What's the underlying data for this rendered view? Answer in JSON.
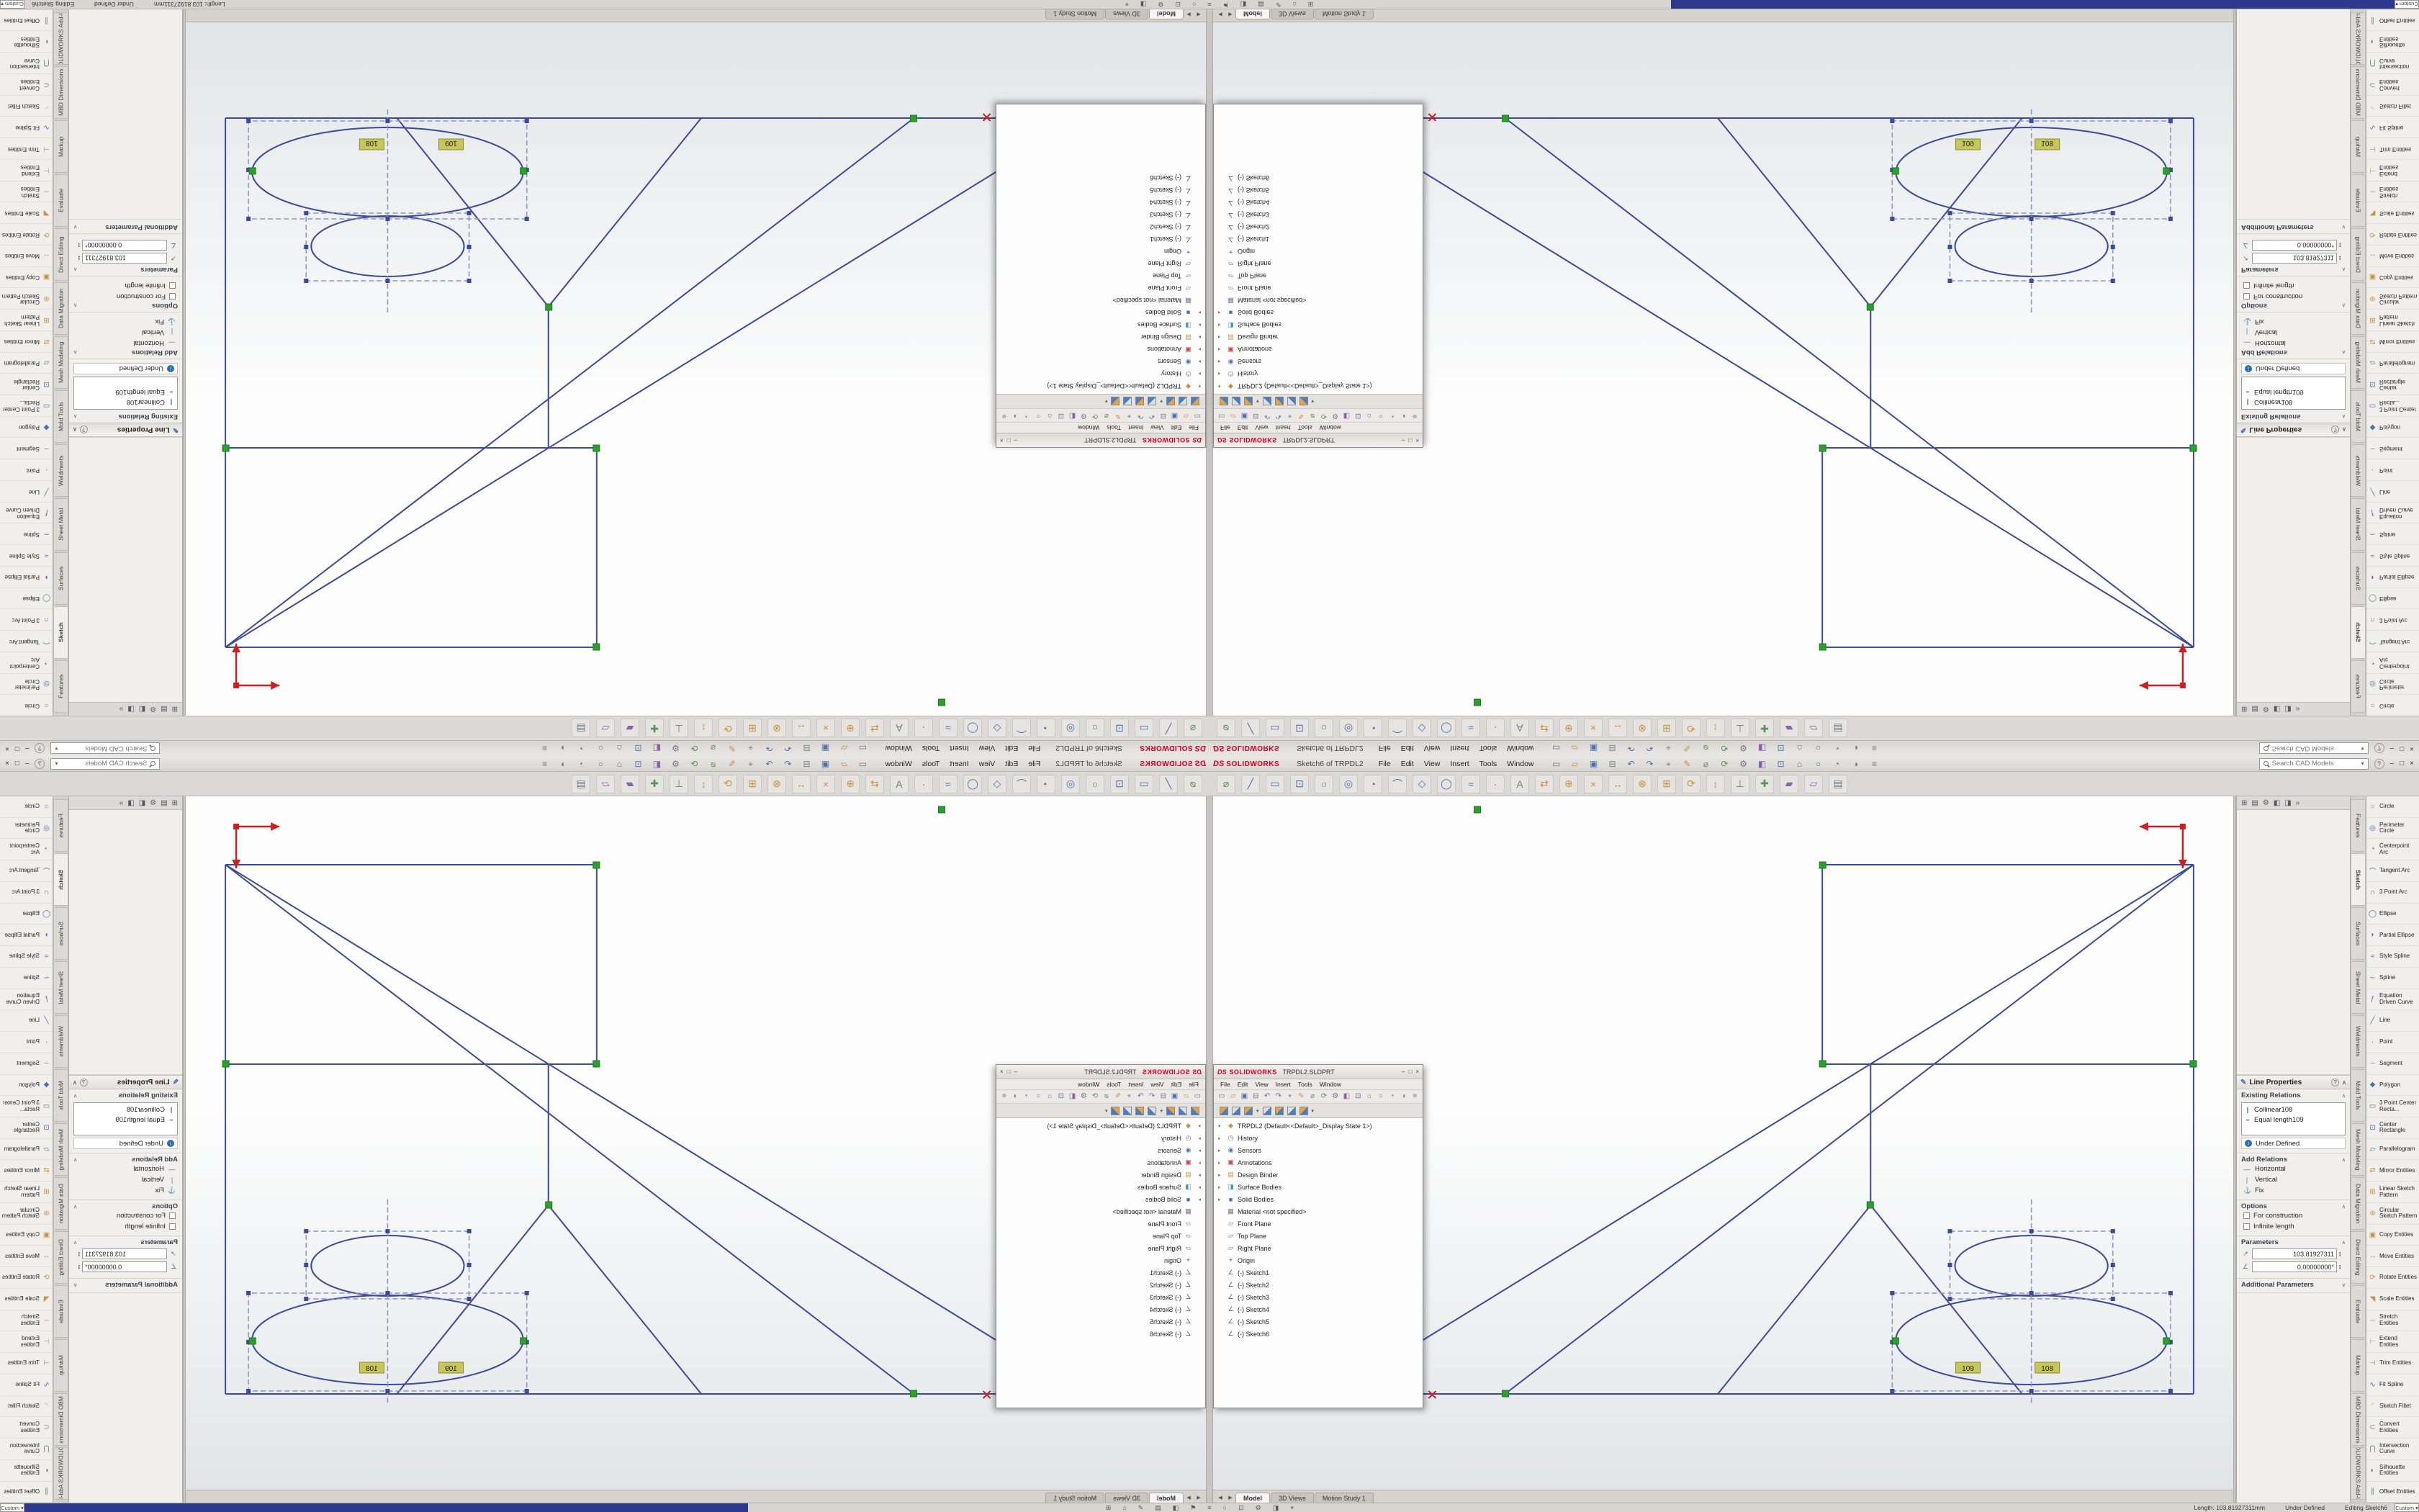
{
  "app": {
    "brand_ds": "DS",
    "brand_word": "SOLIDWORKS",
    "title": "Sketch6 of TRPDL2",
    "menus": [
      "File",
      "Edit",
      "View",
      "Insert",
      "Tools",
      "Window"
    ],
    "search_placeholder": "Search CAD Models",
    "help_label": "?",
    "win": {
      "min": "–",
      "max": "□",
      "close": "×"
    }
  },
  "toolbar_icons": [
    {
      "n": "new-icon",
      "g": "▭",
      "c": "#6b7b8d"
    },
    {
      "n": "open-icon",
      "g": "▱",
      "c": "#c9913d"
    },
    {
      "n": "save-icon",
      "g": "▣",
      "c": "#4a72b0"
    },
    {
      "n": "print-icon",
      "g": "⊟",
      "c": "#6b7b8d"
    },
    {
      "n": "undo-icon",
      "g": "↶",
      "c": "#4a72b0"
    },
    {
      "n": "redo-icon",
      "g": "↷",
      "c": "#4a72b0"
    },
    {
      "n": "select-icon",
      "g": "⌖",
      "c": "#6b7b8d"
    },
    {
      "n": "sketch-icon",
      "g": "✎",
      "c": "#c9913d"
    },
    {
      "n": "smart-dimension-icon",
      "g": "⌀",
      "c": "#57954f"
    },
    {
      "n": "rebuild-icon",
      "g": "⟳",
      "c": "#57954f"
    },
    {
      "n": "options-icon",
      "g": "⚙",
      "c": "#6b7b8d"
    },
    {
      "n": "appearance-icon",
      "g": "◧",
      "c": "#8a64a8"
    },
    {
      "n": "section-view-icon",
      "g": "⊡",
      "c": "#4a72b0"
    },
    {
      "n": "view-orientation-icon",
      "g": "⌂",
      "c": "#6b7b8d"
    },
    {
      "n": "zoom-icon",
      "g": "○",
      "c": "#4a72b0"
    },
    {
      "n": "display-style-icon",
      "g": "◔",
      "c": "#6b7b8d"
    },
    {
      "n": "hide-show-icon",
      "g": "◑",
      "c": "#6b7b8d"
    },
    {
      "n": "filter-icon",
      "g": "≡",
      "c": "#6b7b8d"
    }
  ],
  "ribbon_icons": [
    {
      "n": "smart-dimension-icon",
      "g": "⌀",
      "c": "#57954f"
    },
    {
      "n": "line-icon",
      "g": "╱",
      "c": "#4a72b0"
    },
    {
      "n": "corner-rectangle-icon",
      "g": "▭",
      "c": "#4a72b0"
    },
    {
      "n": "center-rectangle-icon",
      "g": "⊡",
      "c": "#4a72b0"
    },
    {
      "n": "circle-icon",
      "g": "○",
      "c": "#4a72b0"
    },
    {
      "n": "perimeter-circle-icon",
      "g": "◎",
      "c": "#4a72b0"
    },
    {
      "n": "centerpoint-arc-icon",
      "g": "◔",
      "c": "#4a72b0"
    },
    {
      "n": "tangent-arc-icon",
      "g": "⌒",
      "c": "#4a72b0"
    },
    {
      "n": "polygon-icon",
      "g": "◇",
      "c": "#4a72b0"
    },
    {
      "n": "ellipse-icon",
      "g": "◯",
      "c": "#4a72b0"
    },
    {
      "n": "spline-icon",
      "g": "≈",
      "c": "#4a72b0"
    },
    {
      "n": "point-icon",
      "g": "·",
      "c": "#4a72b0"
    },
    {
      "n": "text-icon",
      "g": "A",
      "c": "#6b7b8d"
    },
    {
      "n": "mirror-entities-icon",
      "g": "⇄",
      "c": "#c9913d"
    },
    {
      "n": "offset-entities-icon",
      "g": "⊕",
      "c": "#c9913d"
    },
    {
      "n": "trim-entities-icon",
      "g": "×",
      "c": "#c9913d"
    },
    {
      "n": "extend-entities-icon",
      "g": "↔",
      "c": "#c9913d"
    },
    {
      "n": "convert-entities-icon",
      "g": "⊗",
      "c": "#c9913d"
    },
    {
      "n": "linear-pattern-icon",
      "g": "⊞",
      "c": "#c9913d"
    },
    {
      "n": "circular-pattern-icon",
      "g": "⟳",
      "c": "#c9913d"
    },
    {
      "n": "move-entities-icon",
      "g": "↕",
      "c": "#c9913d"
    },
    {
      "n": "display-relations-icon",
      "g": "⊥",
      "c": "#57954f"
    },
    {
      "n": "repair-sketch-icon",
      "g": "✚",
      "c": "#57954f"
    },
    {
      "n": "rapid-sketch-icon",
      "g": "▰",
      "c": "#8a64a8"
    },
    {
      "n": "instant2d-icon",
      "g": "▱",
      "c": "#8a64a8"
    },
    {
      "n": "sketch-picture-icon",
      "g": "▤",
      "c": "#6b7b8d"
    }
  ],
  "statusbar": {
    "unit_label": "Custom",
    "length": "Length: 103.81927311mm",
    "state": "Under Defined",
    "editing": "Editing Sketch6",
    "icons": [
      {
        "n": "grid-icon",
        "g": "⊞"
      },
      {
        "n": "home-icon",
        "g": "⌂"
      },
      {
        "n": "sketch-icon",
        "g": "✎"
      },
      {
        "n": "notes-icon",
        "g": "▤"
      },
      {
        "n": "appearance-icon",
        "g": "◧"
      },
      {
        "n": "flag-icon",
        "g": "⚑"
      },
      {
        "n": "list-icon",
        "g": "≡"
      },
      {
        "n": "circle-icon",
        "g": "○"
      },
      {
        "n": "section-icon",
        "g": "⊡"
      },
      {
        "n": "settings-icon",
        "g": "⚙"
      },
      {
        "n": "display-icon",
        "g": "◨"
      },
      {
        "n": "target-icon",
        "g": "⌖"
      }
    ]
  },
  "panel_tabs": [
    {
      "n": "featuremanager-tab-icon",
      "g": "⊞"
    },
    {
      "n": "propertymanager-tab-icon",
      "g": "▤"
    },
    {
      "n": "configurationmanager-tab-icon",
      "g": "⚙"
    },
    {
      "n": "dimxpertmanager-tab-icon",
      "g": "◧"
    },
    {
      "n": "displaymanager-tab-icon",
      "g": "◨"
    },
    {
      "n": "pane-expand-icon",
      "g": "»"
    }
  ],
  "property_panel": {
    "title": "Line Properties",
    "help_icon": "?",
    "sections": {
      "existing_relations": "Existing Relations",
      "relations": [
        {
          "n": "collinear-relation",
          "g": "∥",
          "label": "Collinear108"
        },
        {
          "n": "equal-relation",
          "g": "=",
          "label": "Equal length109"
        }
      ],
      "information": "Under Defined",
      "add_relations": "Add Relations",
      "add_items": [
        {
          "n": "horizontal-relation",
          "g": "—",
          "label": "Horizontal"
        },
        {
          "n": "vertical-relation",
          "g": "|",
          "label": "Vertical"
        },
        {
          "n": "fix-relation",
          "g": "⚓",
          "label": "Fix"
        }
      ],
      "options": "Options",
      "option_items": [
        {
          "label": "For construction"
        },
        {
          "label": "Infinite length"
        }
      ],
      "parameters": "Parameters",
      "param_items": [
        {
          "n": "length-parameter",
          "g": "↗",
          "v": "103.81927311"
        },
        {
          "n": "angle-parameter",
          "g": "∠",
          "v": "0.00000000°"
        }
      ],
      "additional_parameters": "Additional Parameters"
    }
  },
  "cmd_tabs": [
    {
      "label": "Features"
    },
    {
      "label": "Sketch",
      "a": 1
    },
    {
      "label": "Surfaces"
    },
    {
      "label": "Sheet Metal"
    },
    {
      "label": "Weldments"
    },
    {
      "label": "Mold Tools"
    },
    {
      "label": "Mesh Modeling"
    },
    {
      "label": "Data Migration"
    },
    {
      "label": "Direct Editing"
    },
    {
      "label": "Evaluate"
    },
    {
      "label": "Markup"
    },
    {
      "label": "MBD Dimensions"
    },
    {
      "label": "SOLIDWORKS Add-Ins"
    }
  ],
  "sketch_tools": [
    {
      "n": "circle-tool",
      "g": "○",
      "c": "#4a72b0",
      "label": "Circle"
    },
    {
      "n": "perimeter-circle-tool",
      "g": "◎",
      "c": "#4a72b0",
      "label": "Perimeter Circle"
    },
    {
      "n": "centerpoint-arc-tool",
      "g": "◔",
      "c": "#4a72b0",
      "label": "Centerpoint Arc"
    },
    {
      "n": "tangent-arc-tool",
      "g": "⌒",
      "c": "#4a72b0",
      "label": "Tangent Arc"
    },
    {
      "n": "three-point-arc-tool",
      "g": "∩",
      "c": "#4a72b0",
      "label": "3 Point Arc"
    },
    {
      "n": "ellipse-tool",
      "g": "◯",
      "c": "#4a72b0",
      "label": "Ellipse"
    },
    {
      "n": "partial-ellipse-tool",
      "g": "◗",
      "c": "#4a72b0",
      "label": "Partial Ellipse"
    },
    {
      "n": "style-spline-tool",
      "g": "≈",
      "c": "#4a72b0",
      "label": "Style Spline"
    },
    {
      "n": "spline-tool",
      "g": "∼",
      "c": "#4a72b0",
      "label": "Spline"
    },
    {
      "n": "equation-curve-tool",
      "g": "ƒ",
      "c": "#4a72b0",
      "label": "Equation Driven Curve"
    },
    {
      "n": "line-tool",
      "g": "╱",
      "c": "#4a72b0",
      "label": "Line"
    },
    {
      "n": "point-tool",
      "g": "·",
      "c": "#4a72b0",
      "label": "Point"
    },
    {
      "n": "segment-tool",
      "g": "┄",
      "c": "#4a72b0",
      "label": "Segment"
    },
    {
      "n": "polygon-tool",
      "g": "◆",
      "c": "#4a72b0",
      "label": "Polygon"
    },
    {
      "n": "three-point-center-rectangle-tool",
      "g": "▭",
      "c": "#4a72b0",
      "label": "3 Point Center Recta..."
    },
    {
      "n": "center-rectangle-tool",
      "g": "⊡",
      "c": "#4a72b0",
      "label": "Center Rectangle"
    },
    {
      "n": "parallelogram-tool",
      "g": "▱",
      "c": "#4a72b0",
      "label": "Parallelogram"
    },
    {
      "n": "mirror-entities-tool",
      "g": "⇄",
      "c": "#c9913d",
      "label": "Mirror Entities"
    },
    {
      "n": "linear-sketch-pattern-tool",
      "g": "⊞",
      "c": "#c9913d",
      "label": "Linear Sketch Pattern"
    },
    {
      "n": "circular-sketch-pattern-tool",
      "g": "⊛",
      "c": "#c9913d",
      "label": "Circular Sketch Pattern"
    },
    {
      "n": "copy-entities-tool",
      "g": "▣",
      "c": "#c9913d",
      "label": "Copy Entities"
    },
    {
      "n": "move-entities-tool",
      "g": "↔",
      "c": "#c9913d",
      "label": "Move Entities"
    },
    {
      "n": "rotate-entities-tool",
      "g": "⟳",
      "c": "#c9913d",
      "label": "Rotate Entities"
    },
    {
      "n": "scale-entities-tool",
      "g": "◥",
      "c": "#c9913d",
      "label": "Scale Entities"
    },
    {
      "n": "stretch-entities-tool",
      "g": "⇔",
      "c": "#c9913d",
      "label": "Stretch Entities"
    },
    {
      "n": "extend-entities-tool",
      "g": "⊢",
      "c": "#c9913d",
      "label": "Extend Entities"
    },
    {
      "n": "trim-entities-tool",
      "g": "⊣",
      "c": "#c9913d",
      "label": "Trim Entities"
    },
    {
      "n": "fit-spline-tool",
      "g": "∿",
      "c": "#4a72b0",
      "label": "Fit Spline"
    },
    {
      "n": "sketch-fillet-tool",
      "g": "◜",
      "c": "#c9913d",
      "label": "Sketch Fillet"
    },
    {
      "n": "convert-entities-tool",
      "g": "⊂",
      "c": "#57954f",
      "label": "Convert Entities"
    },
    {
      "n": "intersection-curve-tool",
      "g": "⋂",
      "c": "#57954f",
      "label": "Intersection Curve"
    },
    {
      "n": "silhouette-entities-tool",
      "g": "◐",
      "c": "#57954f",
      "label": "Silhouette Entities"
    },
    {
      "n": "offset-entities-tool",
      "g": "∥",
      "c": "#57954f",
      "label": "Offset Entities"
    }
  ],
  "doc_tabs": [
    {
      "label": "Model",
      "a": 1
    },
    {
      "label": "3D Views"
    },
    {
      "label": "Motion Study 1"
    }
  ],
  "cascade": {
    "brand_ds": "DS",
    "brand_word": "SOLIDWORKS",
    "title": "TRPDL2.SLDPRT",
    "tree": [
      {
        "n": "part-root",
        "label": "TRPDL2 (Default<<Default>_Display State 1>)",
        "g": "◆",
        "c": "#c9913d",
        "e": "▾"
      },
      {
        "n": "history",
        "label": "History",
        "g": "◷",
        "c": "#6b7b8d",
        "e": "▸"
      },
      {
        "n": "sensors",
        "label": "Sensors",
        "g": "◉",
        "c": "#4a72b0",
        "e": "▸"
      },
      {
        "n": "annotations",
        "label": "Annotations",
        "g": "▣",
        "c": "#c94040",
        "e": "▸"
      },
      {
        "n": "design-binder",
        "label": "Design Binder",
        "g": "▤",
        "c": "#c9913d",
        "e": "▸"
      },
      {
        "n": "surface-bodies",
        "label": "Surface Bodies",
        "g": "◨",
        "c": "#3f9bb0",
        "e": "▸"
      },
      {
        "n": "solid-bodies",
        "label": "Solid Bodies",
        "g": "■",
        "c": "#4a72b0",
        "e": "▸"
      },
      {
        "n": "material",
        "label": "Material <not specified>",
        "g": "▦",
        "c": "#6b7b8d",
        "e": ""
      },
      {
        "n": "front-plane",
        "label": "Front Plane",
        "g": "▱",
        "c": "#4a72b0",
        "e": ""
      },
      {
        "n": "top-plane",
        "label": "Top Plane",
        "g": "▱",
        "c": "#4a72b0",
        "e": ""
      },
      {
        "n": "right-plane",
        "label": "Right Plane",
        "g": "▱",
        "c": "#4a72b0",
        "e": ""
      },
      {
        "n": "origin",
        "label": "Origin",
        "g": "⌖",
        "c": "#4a72b0",
        "e": ""
      },
      {
        "n": "sketch1",
        "label": "(-) Sketch1",
        "g": "∠",
        "c": "#55617a",
        "e": ""
      },
      {
        "n": "sketch2",
        "label": "(-) Sketch2",
        "g": "∠",
        "c": "#55617a",
        "e": ""
      },
      {
        "n": "sketch3",
        "label": "(-) Sketch3",
        "g": "∠",
        "c": "#55617a",
        "e": ""
      },
      {
        "n": "sketch4",
        "label": "(-) Sketch4",
        "g": "∠",
        "c": "#55617a",
        "e": ""
      },
      {
        "n": "sketch5",
        "label": "(-) Sketch5",
        "g": "∠",
        "c": "#55617a",
        "e": ""
      },
      {
        "n": "sketch6",
        "label": "(-) Sketch6",
        "g": "∠",
        "c": "#55617a",
        "e": ""
      }
    ]
  },
  "canvas": {
    "tag1": "109",
    "tag2": "108"
  },
  "colors": {
    "sketch_line": "#3a4a9c",
    "selection_dash": "#8a93c2",
    "handle_green": "#2ca02c",
    "callout_yellow": "#c6c65a",
    "triad_red": "#cc2020",
    "taskbar_blue": "#2b3a8c",
    "brand_red": "#d6001c"
  }
}
